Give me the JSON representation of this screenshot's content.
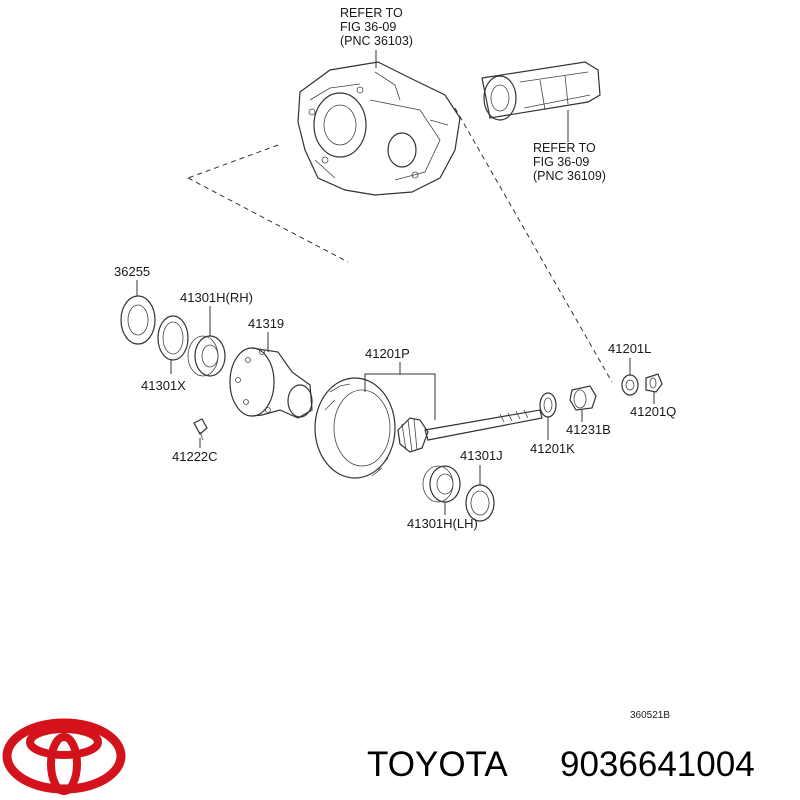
{
  "references": [
    {
      "line1": "REFER TO",
      "line2": "FIG 36-09",
      "line3": "(PNC 36103)"
    },
    {
      "line1": "REFER TO",
      "line2": "FIG 36-09",
      "line3": "(PNC 36109)"
    }
  ],
  "part_labels": {
    "p36255": "36255",
    "p41301h_rh": "41301H(RH)",
    "p41319": "41319",
    "p41301x": "41301X",
    "p41222c": "41222C",
    "p41201p": "41201P",
    "p41201l": "41201L",
    "p41201q": "41201Q",
    "p41231b": "41231B",
    "p41201k": "41201K",
    "p41301j": "41301J",
    "p41301h_lh": "41301H(LH)"
  },
  "figure_code": "360521B",
  "brand": "TOYOTA",
  "part_number": "9036641004",
  "colors": {
    "logo": "#d3121b",
    "ink": "#1a1a1a"
  }
}
